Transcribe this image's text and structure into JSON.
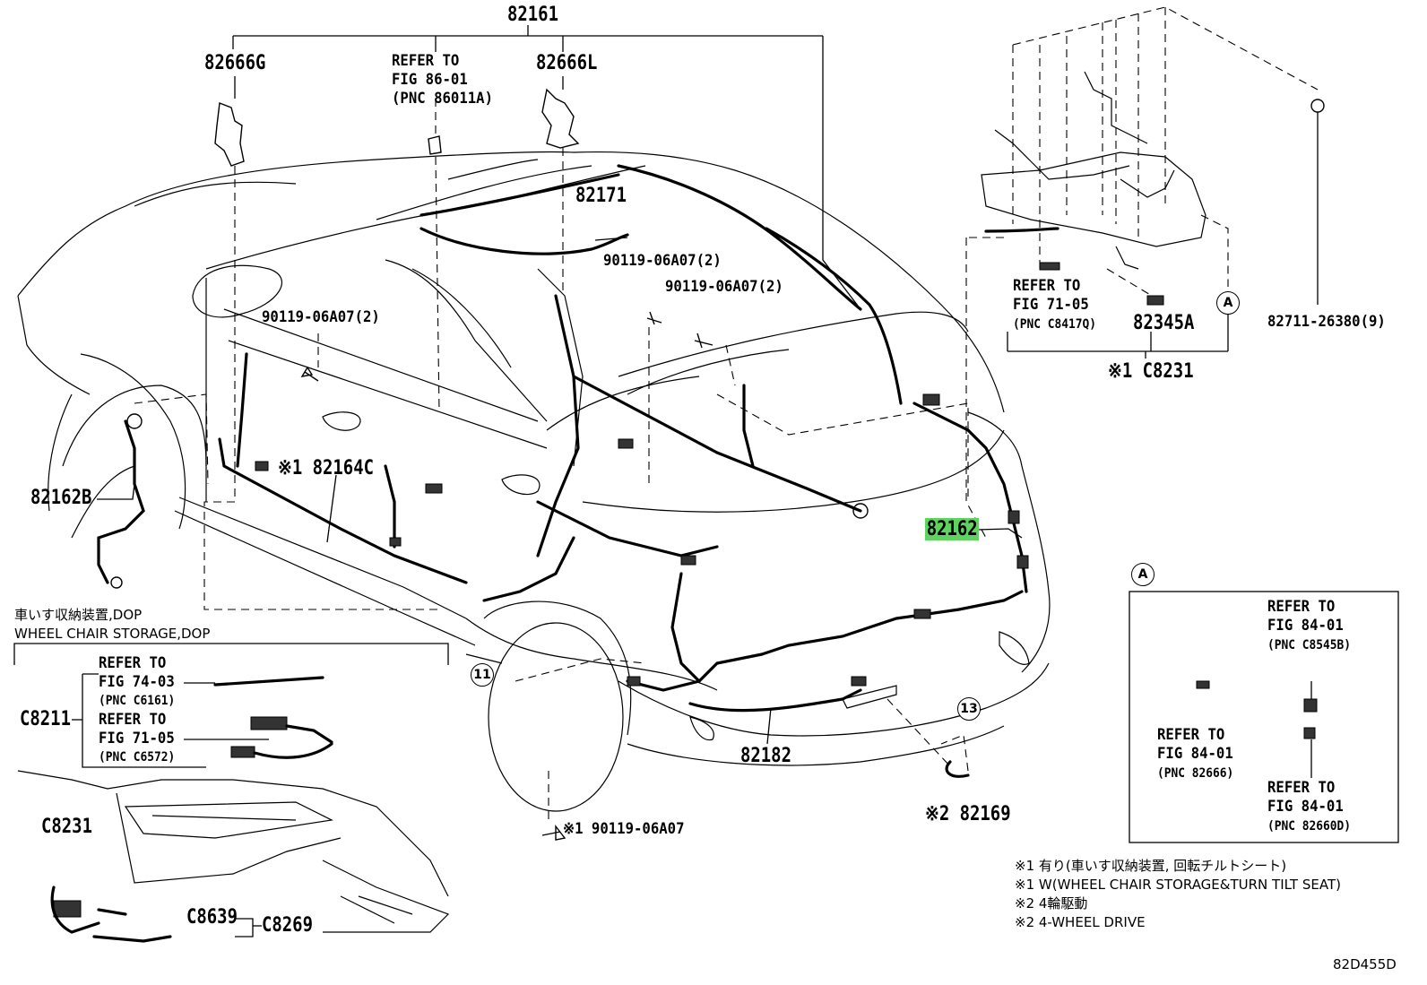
{
  "labels": {
    "p82161": "82161",
    "p82666g": "82666G",
    "p82666l": "82666L",
    "p82171": "82171",
    "p90119_a": "90119-06A07(2)",
    "p90119_b": "90119-06A07(2)",
    "p90119_c": "90119-06A07(2)",
    "p82164c": "※1 82164C",
    "p82162b": "82162B",
    "p82162": "82162",
    "p82182": "82182",
    "p82169": "※2 82169",
    "p90119_d": "※1 90119-06A07",
    "p82345a": "82345A",
    "p82711": "82711-26380(9)",
    "pc8231_top": "※1 C8231",
    "pc8211": "C8211",
    "pc8231_bot": "C8231",
    "pc8639": "C8639",
    "pc8269": "C8269",
    "circle_11": "11",
    "circle_13": "13",
    "circle_a1": "A",
    "circle_a2": "A",
    "figure_id": "82D455D"
  },
  "refs": {
    "ref_86": {
      "l1": "REFER TO",
      "l2": "FIG 86-01",
      "l3": "(PNC 86011A)"
    },
    "ref_71_top": {
      "l1": "REFER TO",
      "l2": "FIG 71-05",
      "l3": "(PNC C8417Q)"
    },
    "ref_74": {
      "l1": "REFER TO",
      "l2": "FIG 74-03",
      "l3": "(PNC C6161)"
    },
    "ref_71_bot": {
      "l1": "REFER TO",
      "l2": "FIG 71-05",
      "l3": "(PNC C6572)"
    },
    "ref_84_a": {
      "l1": "REFER TO",
      "l2": "FIG 84-01",
      "l3": "(PNC C8545B)"
    },
    "ref_84_b": {
      "l1": "REFER TO",
      "l2": "FIG 84-01",
      "l3": "(PNC 82666)"
    },
    "ref_84_c": {
      "l1": "REFER TO",
      "l2": "FIG 84-01",
      "l3": "(PNC 82660D)"
    }
  },
  "wheelchair": {
    "jp": "車いす収納装置,DOP",
    "en": "WHEEL CHAIR STORAGE,DOP"
  },
  "notes": [
    "※1 有り(車いす収納装置, 回転チルトシート)",
    "※1 W(WHEEL CHAIR STORAGE&TURN TILT SEAT)",
    "※2 4輪駆動",
    "※2 4-WHEEL DRIVE"
  ],
  "colors": {
    "highlight": "#5fd35f",
    "ink": "#000000"
  }
}
